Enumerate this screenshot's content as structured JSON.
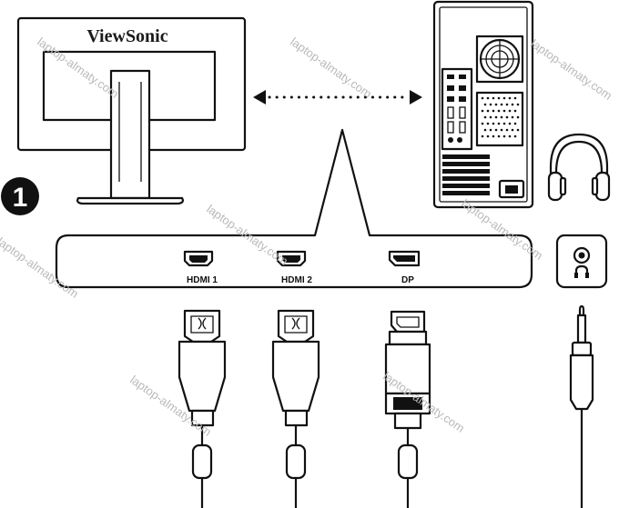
{
  "brand": "ViewSonic",
  "step_number": "1",
  "ports": [
    {
      "label": "HDMI 1",
      "icon": "hdmi-port-icon"
    },
    {
      "label": "HDMI 2",
      "icon": "hdmi-port-icon"
    },
    {
      "label": "DP",
      "icon": "displayport-port-icon"
    }
  ],
  "audio_port_icon": "headphone-jack-icon",
  "watermark": "laptop-almaty.com",
  "colors": {
    "line": "#111111",
    "background": "#ffffff",
    "watermark": "#b9b9b9"
  }
}
